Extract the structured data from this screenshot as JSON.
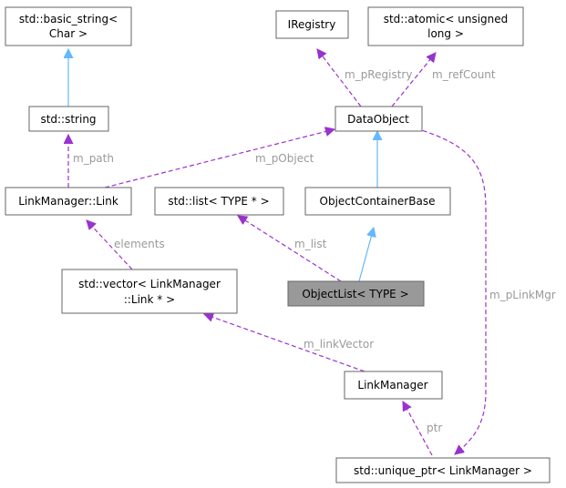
{
  "diagram": {
    "nodes": {
      "basic_string": [
        "std::basic_string<",
        "Char >"
      ],
      "iregistry": [
        "IRegistry"
      ],
      "atomic": [
        "std::atomic< unsigned",
        "long >"
      ],
      "string": [
        "std::string"
      ],
      "dataobject": [
        "DataObject"
      ],
      "link": [
        "LinkManager::Link"
      ],
      "list": [
        "std::list< TYPE * >"
      ],
      "container_base": [
        "ObjectContainerBase"
      ],
      "vector": [
        "std::vector< LinkManager",
        "::Link * >"
      ],
      "objectlist": [
        "ObjectList< TYPE >"
      ],
      "linkmanager": [
        "LinkManager"
      ],
      "unique_ptr": [
        "std::unique_ptr< LinkManager >"
      ]
    },
    "edge_labels": {
      "m_pRegistry": "m_pRegistry",
      "m_refCount": "m_refCount",
      "m_path": "m_path",
      "m_pObject": "m_pObject",
      "elements": "elements",
      "m_list": "m_list",
      "m_pLinkMgr": "m_pLinkMgr",
      "m_linkVector": "m_linkVector",
      "ptr": "ptr"
    },
    "highlighted_node": "objectlist",
    "colors": {
      "inheritance": "#63b8ff",
      "usage": "#9a32cd",
      "highlight_fill": "#999999",
      "label": "#9a9a9a"
    }
  }
}
